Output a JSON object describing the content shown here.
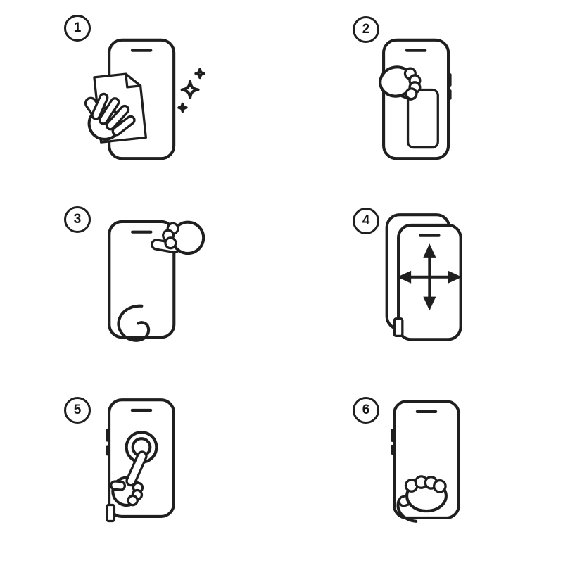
{
  "page": {
    "background_color": "#ffffff",
    "line_color": "#1f1f1f",
    "kind": "screen-protector-installation-instructions"
  },
  "steps": [
    {
      "number": "1",
      "name": "clean-screen",
      "icons": [
        "phone-icon",
        "cleaning-cloth-icon",
        "wiping-hand-icon",
        "sparkles-icon"
      ]
    },
    {
      "number": "2",
      "name": "peel-backing-film",
      "icons": [
        "phone-icon",
        "backing-film-icon",
        "peeling-hand-icon"
      ]
    },
    {
      "number": "3",
      "name": "hold-protector-by-edges",
      "icons": [
        "screen-protector-icon",
        "pinching-hand-icon",
        "holding-hand-icon"
      ]
    },
    {
      "number": "4",
      "name": "align-protector",
      "icons": [
        "phone-icon",
        "screen-protector-icon",
        "alignment-arrows-icon",
        "pull-tab-icon"
      ]
    },
    {
      "number": "5",
      "name": "press-center",
      "icons": [
        "phone-icon",
        "press-target-icon",
        "pointing-hand-icon",
        "pull-tab-icon"
      ]
    },
    {
      "number": "6",
      "name": "smooth-surface",
      "icons": [
        "phone-icon",
        "smoothing-hand-icon",
        "motion-curve-icon"
      ]
    }
  ]
}
